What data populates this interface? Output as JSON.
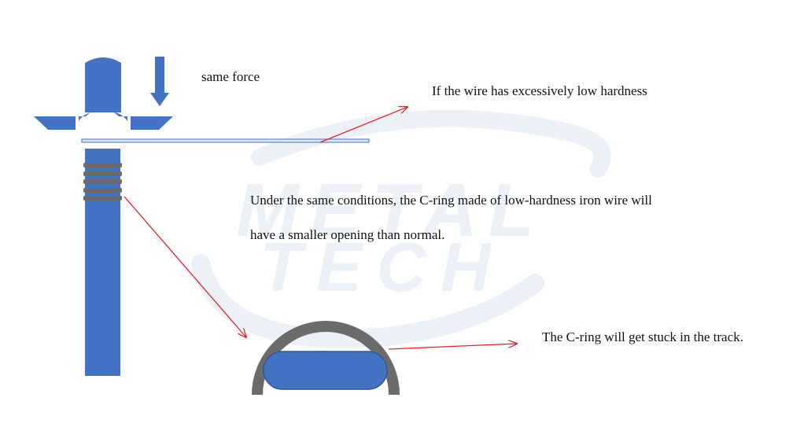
{
  "labels": {
    "force": "same force",
    "low_hardness": "If the wire has excessively low hardness",
    "conditions_line1": "Under the same conditions, the C-ring made of low-hardness iron wire will",
    "conditions_line2": "have a smaller opening than normal.",
    "stuck": "The C-ring will get stuck in the track."
  },
  "watermark": {
    "line1": "METAL",
    "line2": "TECH"
  },
  "colors": {
    "blue": "#4472C4",
    "gray": "#6b6b6b",
    "arrow_red": "#e0222b",
    "watermark": "#dbe6f2",
    "text": "#111111"
  }
}
